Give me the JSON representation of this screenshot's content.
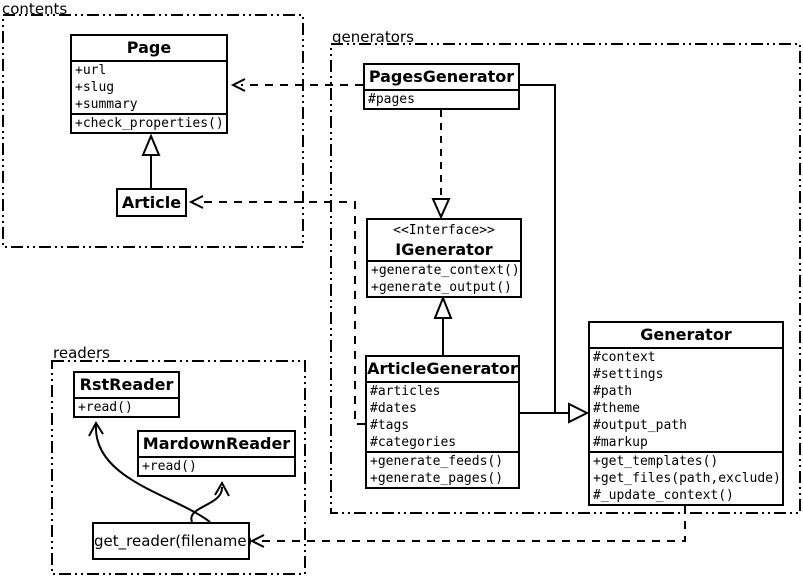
{
  "packages": {
    "contents": {
      "label": "contents"
    },
    "generators": {
      "label": "generators"
    },
    "readers": {
      "label": "readers"
    }
  },
  "classes": {
    "page": {
      "title": "Page",
      "attributes": [
        "+url",
        "+slug",
        "+summary"
      ],
      "methods": [
        "+check_properties()"
      ]
    },
    "article": {
      "title": "Article"
    },
    "pages_generator": {
      "title": "PagesGenerator",
      "attributes": [
        "#pages"
      ]
    },
    "igenerator": {
      "stereotype": "<<Interface>>",
      "title": "IGenerator",
      "methods": [
        "+generate_context()",
        "+generate_output()"
      ]
    },
    "article_generator": {
      "title": "ArticleGenerator",
      "attributes": [
        "#articles",
        "#dates",
        "#tags",
        "#categories"
      ],
      "methods": [
        "+generate_feeds()",
        "+generate_pages()"
      ]
    },
    "generator": {
      "title": "Generator",
      "attributes": [
        "#context",
        "#settings",
        "#path",
        "#theme",
        "#output_path",
        "#markup"
      ],
      "methods": [
        "+get_templates()",
        "+get_files(path,exclude)",
        "#_update_context()"
      ]
    },
    "rst_reader": {
      "title": "RstReader",
      "methods": [
        "+read()"
      ]
    },
    "mardown_reader": {
      "title": "MardownReader",
      "methods": [
        "+read()"
      ]
    },
    "get_reader": {
      "title": "get_reader(filename)"
    }
  },
  "relations": {
    "article_to_page": "generalization",
    "articlegenerator_to_igenerator": "generalization",
    "pagesgenerator_to_igenerator": "realization",
    "generators_to_generator": "generalization",
    "pagesgenerator_to_page": "dependency",
    "articlegenerator_to_article": "dependency",
    "generator_to_get_reader": "dependency",
    "get_reader_to_rstreader": "association",
    "get_reader_to_mardownreader": "association"
  },
  "colors": {
    "line": "#000000",
    "background": "#ffffff",
    "box_fill": "#ffffff"
  }
}
